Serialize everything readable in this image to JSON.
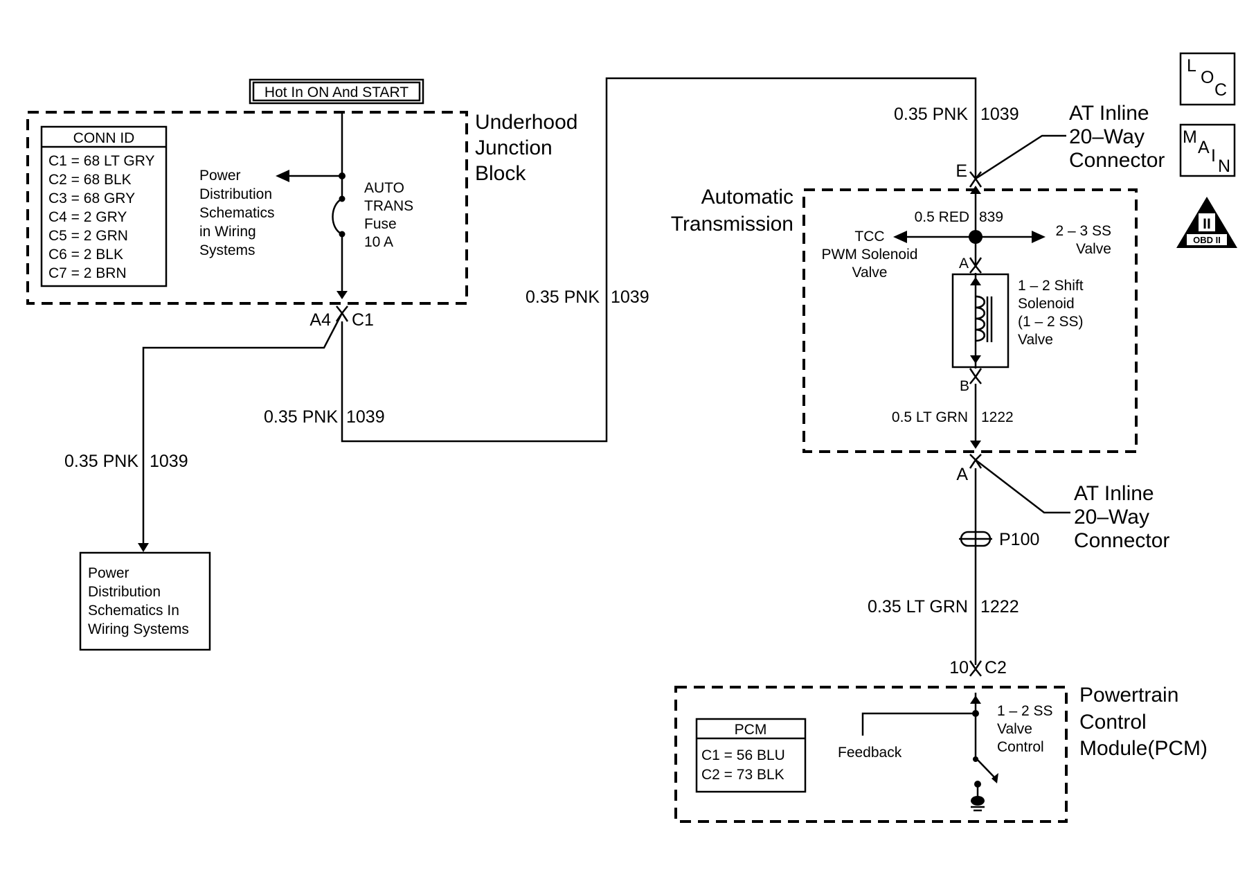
{
  "header": {
    "hot_label": "Hot In ON And START"
  },
  "underhood": {
    "title_lines": [
      "Underhood",
      "Junction",
      "Block"
    ],
    "conn_id": {
      "title": "CONN ID",
      "rows": [
        "C1 = 68 LT GRY",
        "C2 = 68 BLK",
        "C3 = 68 GRY",
        "C4 = 2 GRY",
        "C5 = 2 GRN",
        "C6 = 2 BLK",
        "C7 = 2 BRN"
      ]
    },
    "power_dist_lines": [
      "Power",
      "Distribution",
      "Schematics",
      "in Wiring",
      "Systems"
    ],
    "fuse_lines": [
      "AUTO",
      "TRANS",
      "Fuse",
      "10 A"
    ],
    "conn_left": "A4",
    "conn_right": "C1"
  },
  "wires": {
    "left_branch": {
      "gauge": "0.35 PNK",
      "circuit": "1039"
    },
    "mid_low": {
      "gauge": "0.35 PNK",
      "circuit": "1039"
    },
    "mid_high": {
      "gauge": "0.35 PNK",
      "circuit": "1039"
    },
    "top_right": {
      "gauge": "0.35 PNK",
      "circuit": "1039"
    },
    "red": {
      "gauge": "0.5 RED",
      "circuit": "839"
    },
    "inner_grn": {
      "gauge": "0.5 LT GRN",
      "circuit": "1222"
    },
    "outer_grn": {
      "gauge": "0.35 LT GRN",
      "circuit": "1222"
    }
  },
  "power_dist_box_lines": [
    "Power",
    "Distribution",
    "Schematics In",
    "Wiring Systems"
  ],
  "at_connector_top": {
    "lines": [
      "AT Inline",
      "20–Way",
      "Connector"
    ],
    "pin": "E"
  },
  "at_connector_bottom": {
    "lines": [
      "AT Inline",
      "20–Way",
      "Connector"
    ],
    "pin": "A"
  },
  "transmission": {
    "title_lines": [
      "Automatic",
      "Transmission"
    ],
    "tcc_lines": [
      "TCC",
      "PWM Solenoid",
      "Valve"
    ],
    "ss23_lines": [
      "2 – 3 SS",
      "Valve"
    ],
    "solenoid_lines": [
      "1 – 2 Shift",
      "Solenoid",
      "(1 – 2 SS)",
      "Valve"
    ],
    "pin_a": "A",
    "pin_b": "B"
  },
  "splice": "P100",
  "pcm_connector": {
    "pin": "10",
    "conn": "C2"
  },
  "pcm": {
    "title_lines": [
      "Powertrain",
      "Control",
      "Module(PCM)"
    ],
    "table_title": "PCM",
    "rows": [
      "C1  =  56 BLU",
      "C2  =  73 BLK"
    ],
    "feedback": "Feedback",
    "control_lines": [
      "1 – 2 SS",
      "Valve",
      "Control"
    ]
  },
  "badges": {
    "loc": [
      "L",
      "O",
      "C"
    ],
    "main": [
      "M",
      "A",
      "I",
      "N"
    ],
    "obd_numeral": "II",
    "obd_label": "OBD II"
  }
}
